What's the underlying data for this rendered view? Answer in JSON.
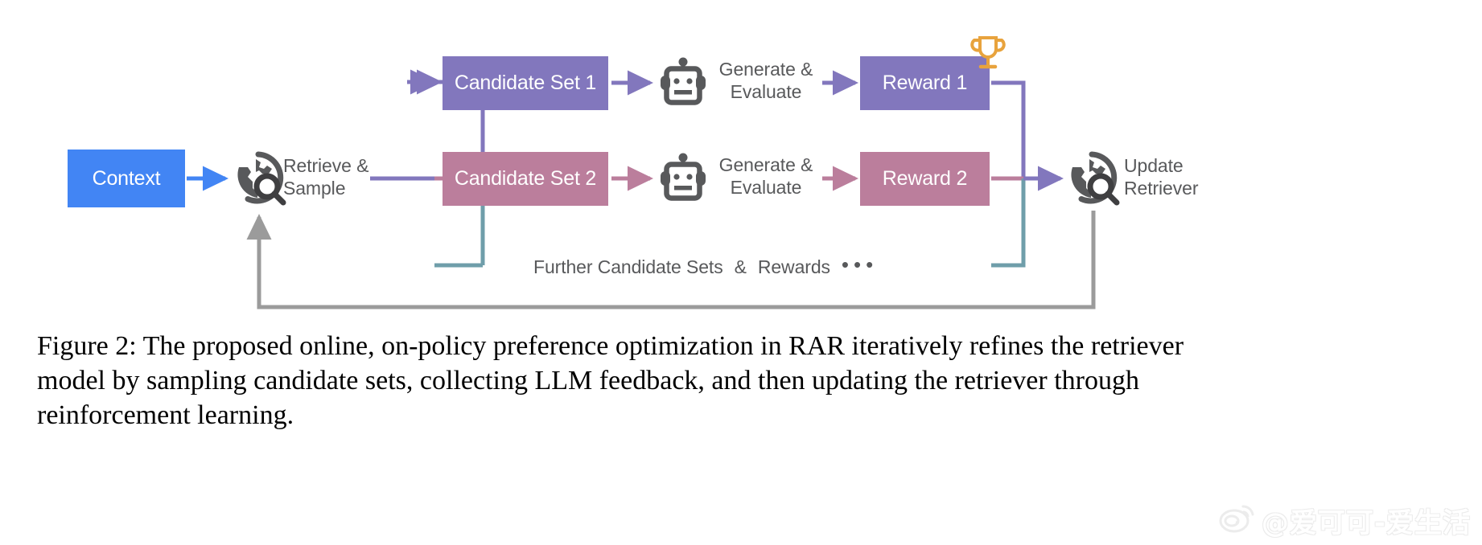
{
  "figure": {
    "caption": "Figure 2: The proposed online, on-policy preference optimization in RAR iteratively refines the retriever model by sampling candidate sets, collecting LLM feedback, and then updating the retriever through reinforcement learning."
  },
  "nodes": {
    "context": "Context",
    "candidate_set_1": "Candidate Set 1",
    "candidate_set_2": "Candidate Set 2",
    "reward_1": "Reward 1",
    "reward_2": "Reward 2"
  },
  "labels": {
    "retrieve_sample": "Retrieve &\nSample",
    "generate_evaluate_1": "Generate &\nEvaluate",
    "generate_evaluate_2": "Generate &\nEvaluate",
    "update_retriever": "Update\nRetriever",
    "further_prefix": "Further Candidate Sets",
    "further_amp": "&",
    "further_suffix": "Rewards",
    "further_dots": "•••"
  },
  "icons": {
    "globe_search_left": "globe-search-icon",
    "globe_search_right": "globe-search-icon",
    "robot_1": "robot-icon",
    "robot_2": "robot-icon",
    "trophy": "trophy-icon"
  },
  "colors": {
    "context_blue": "#4285f4",
    "branch_purple": "#8277bd",
    "branch_mauve": "#bb7e9c",
    "branch_teal": "#6f9eaa",
    "feedback_gray": "#9b9b9b",
    "icon_gray": "#58595b",
    "trophy_gold": "#e8a33d",
    "text_gray": "#58595b",
    "box_text": "#ffffff"
  },
  "watermark": {
    "handle": "@爱可可-爱生活",
    "logo": "weibo-eye-icon"
  }
}
